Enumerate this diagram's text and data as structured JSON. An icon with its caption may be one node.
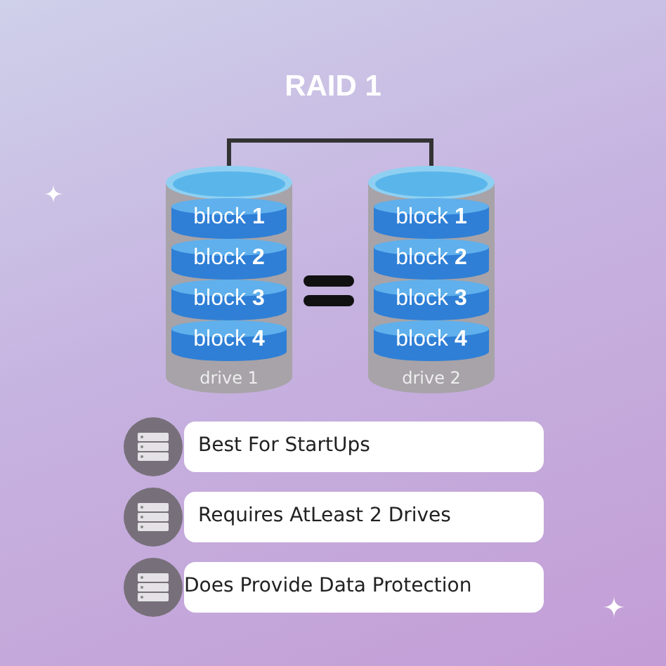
{
  "diagram": {
    "title": "RAID 1",
    "nodes": [
      {
        "text": [
          "drive 1"
        ]
      },
      {
        "text": [
          "block **1**"
        ],
        "in": 0
      },
      {
        "text": [
          "block **2**"
        ],
        "in": 0
      },
      {
        "text": [
          "block **3**"
        ],
        "in": 0
      },
      {
        "text": [
          "block **4**"
        ],
        "in": 0
      },
      {
        "text": [
          "drive 2"
        ]
      },
      {
        "text": [
          "block **1**"
        ],
        "in": 5
      },
      {
        "text": [
          "block **2**"
        ],
        "in": 5
      },
      {
        "text": [
          "block **3**"
        ],
        "in": 5
      },
      {
        "text": [
          "block **4**"
        ],
        "in": 5
      },
      {
        "text": [
          "Best For StartUps"
        ]
      },
      {
        "text": [
          "Requires AtLeast 2 Drives"
        ]
      },
      {
        "text": [
          "Does Provide Data Protection"
        ]
      }
    ],
    "edges": [
      {
        "from": 0,
        "to": 5,
        "arrow": "none"
      }
    ]
  }
}
